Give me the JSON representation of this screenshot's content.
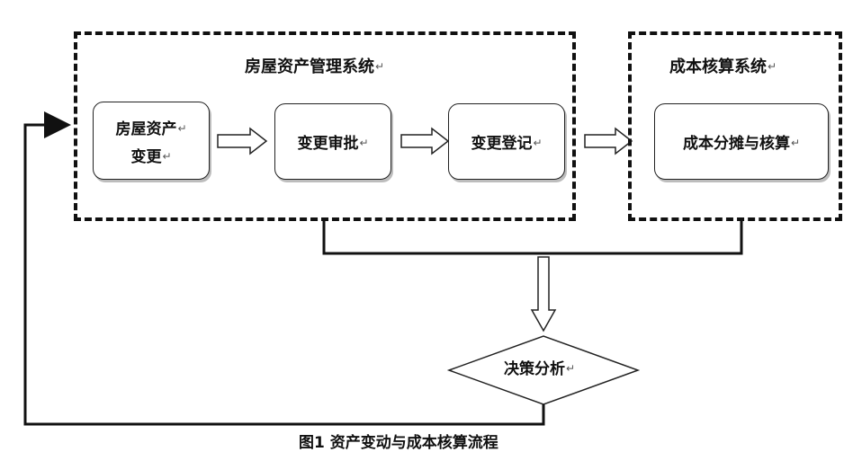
{
  "containers": {
    "house_system": "房屋资产管理系统",
    "cost_system": "成本核算系统"
  },
  "nodes": {
    "change_line1": "房屋资产",
    "change_line2": "变更",
    "approval": "变更审批",
    "registration": "变更登记",
    "allocation": "成本分摊与核算",
    "decision": "决策分析"
  },
  "paragraph_mark": "↵",
  "caption": "图1  资产变动与成本核算流程"
}
